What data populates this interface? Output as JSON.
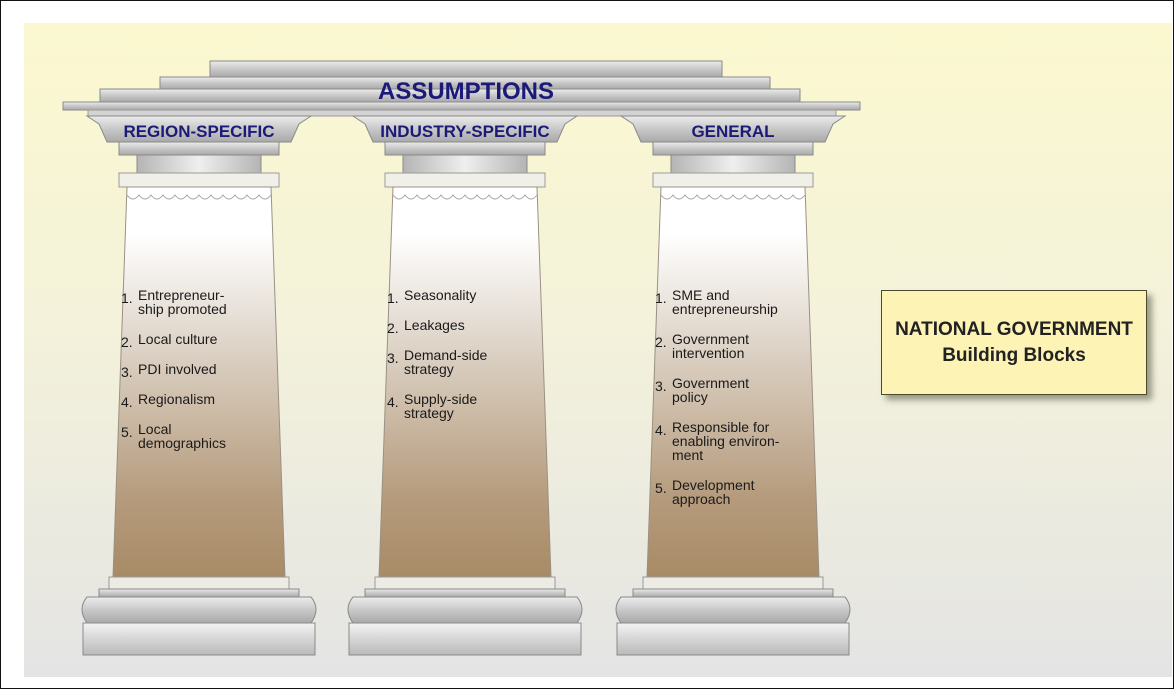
{
  "title": "ASSUMPTIONS",
  "pillars": [
    {
      "header": "REGION-SPECIFIC",
      "items": [
        {
          "num": "1.",
          "lines": [
            "Entrepreneur-",
            "ship promoted"
          ]
        },
        {
          "num": "2.",
          "lines": [
            "Local culture"
          ]
        },
        {
          "num": "3.",
          "lines": [
            "PDI involved"
          ]
        },
        {
          "num": "4.",
          "lines": [
            "Regionalism"
          ]
        },
        {
          "num": "5.",
          "lines": [
            "Local",
            "demographics"
          ]
        }
      ]
    },
    {
      "header": "INDUSTRY-SPECIFIC",
      "items": [
        {
          "num": "1.",
          "lines": [
            "Seasonality"
          ]
        },
        {
          "num": "2.",
          "lines": [
            "Leakages"
          ]
        },
        {
          "num": "3.",
          "lines": [
            "Demand-side",
            "strategy"
          ]
        },
        {
          "num": "4.",
          "lines": [
            "Supply-side",
            "strategy"
          ]
        }
      ]
    },
    {
      "header": "GENERAL",
      "items": [
        {
          "num": "1.",
          "lines": [
            "SME and",
            "entrepreneurship"
          ]
        },
        {
          "num": "2.",
          "lines": [
            "Government",
            "intervention"
          ]
        },
        {
          "num": "3.",
          "lines": [
            "Government",
            "policy"
          ]
        },
        {
          "num": "4.",
          "lines": [
            "Responsible for",
            "enabling environ-",
            "ment"
          ]
        },
        {
          "num": "5.",
          "lines": [
            "Development",
            "approach"
          ]
        }
      ]
    }
  ],
  "national_box": {
    "line1": "NATIONAL GOVERNMENT",
    "line2": "Building Blocks"
  }
}
